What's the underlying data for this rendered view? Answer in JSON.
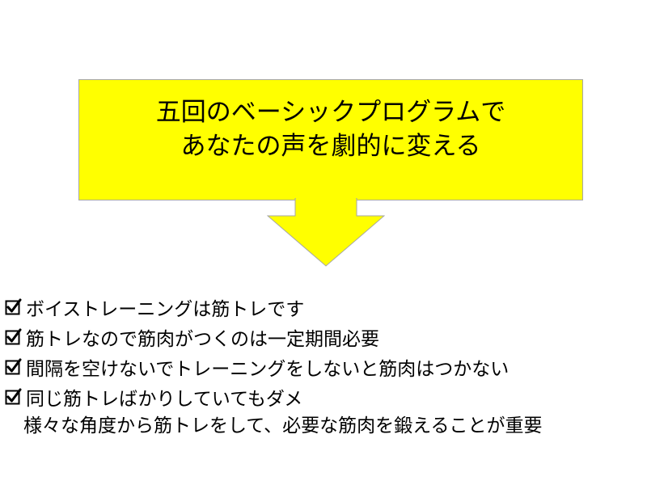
{
  "headline": {
    "line1": "五回のベーシックプログラムで",
    "line2": "あなたの声を劇的に変える"
  },
  "checklist": [
    "ボイストレーニングは筋トレです",
    "筋トレなので筋肉がつくのは一定期間必要",
    "間隔を空けないでトレーニングをしないと筋肉はつかない",
    "同じ筋トレばかりしていてもダメ"
  ],
  "followup": "様々な角度から筋トレをして、必要な筋肉を鍛えることが重要",
  "colors": {
    "callout_fill": "#ffff00",
    "callout_border": "#a6a6a6",
    "text": "#000000"
  },
  "icons": {
    "checklist_marker": "checkbox-checked-icon",
    "callout_pointer": "down-arrow-icon"
  }
}
